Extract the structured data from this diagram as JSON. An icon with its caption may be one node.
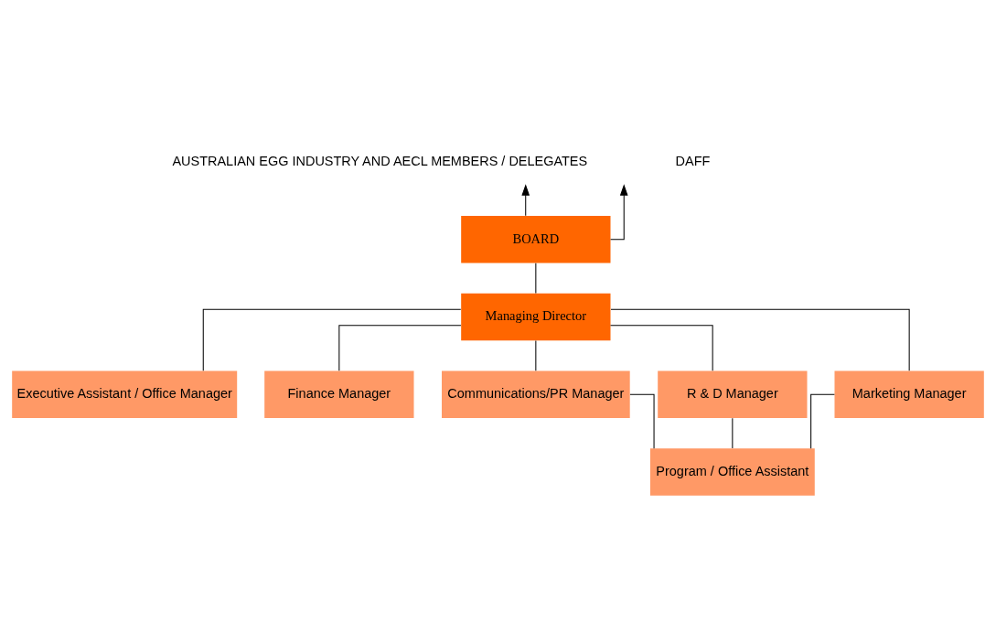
{
  "diagram": {
    "nodes": [
      {
        "text": [
          "AUSTRALIAN EGG INDUSTRY AND AECL MEMBERS / DELEGATES"
        ]
      },
      {
        "text": [
          "DAFF"
        ]
      },
      {
        "text": [
          "BOARD"
        ]
      },
      {
        "text": [
          "Managing Director"
        ]
      },
      {
        "text": [
          "Executive Assistant / Office Manager"
        ]
      },
      {
        "text": [
          "Finance Manager"
        ]
      },
      {
        "text": [
          "Communications/PR Manager"
        ]
      },
      {
        "text": [
          "R & D Manager"
        ]
      },
      {
        "text": [
          "Marketing Manager"
        ]
      },
      {
        "text": [
          "Program / Office Assistant"
        ]
      }
    ],
    "edges": [
      {
        "from": 2,
        "to": 0,
        "arrow": "to"
      },
      {
        "from": 2,
        "to": 1,
        "arrow": "to"
      },
      {
        "from": 2,
        "to": 3,
        "arrow": "none"
      },
      {
        "from": 3,
        "to": 4,
        "arrow": "none"
      },
      {
        "from": 3,
        "to": 5,
        "arrow": "none"
      },
      {
        "from": 3,
        "to": 6,
        "arrow": "none"
      },
      {
        "from": 3,
        "to": 7,
        "arrow": "none"
      },
      {
        "from": 3,
        "to": 8,
        "arrow": "none"
      },
      {
        "from": 6,
        "to": 9,
        "arrow": "none"
      },
      {
        "from": 7,
        "to": 9,
        "arrow": "none"
      },
      {
        "from": 8,
        "to": 9,
        "arrow": "none"
      }
    ]
  }
}
